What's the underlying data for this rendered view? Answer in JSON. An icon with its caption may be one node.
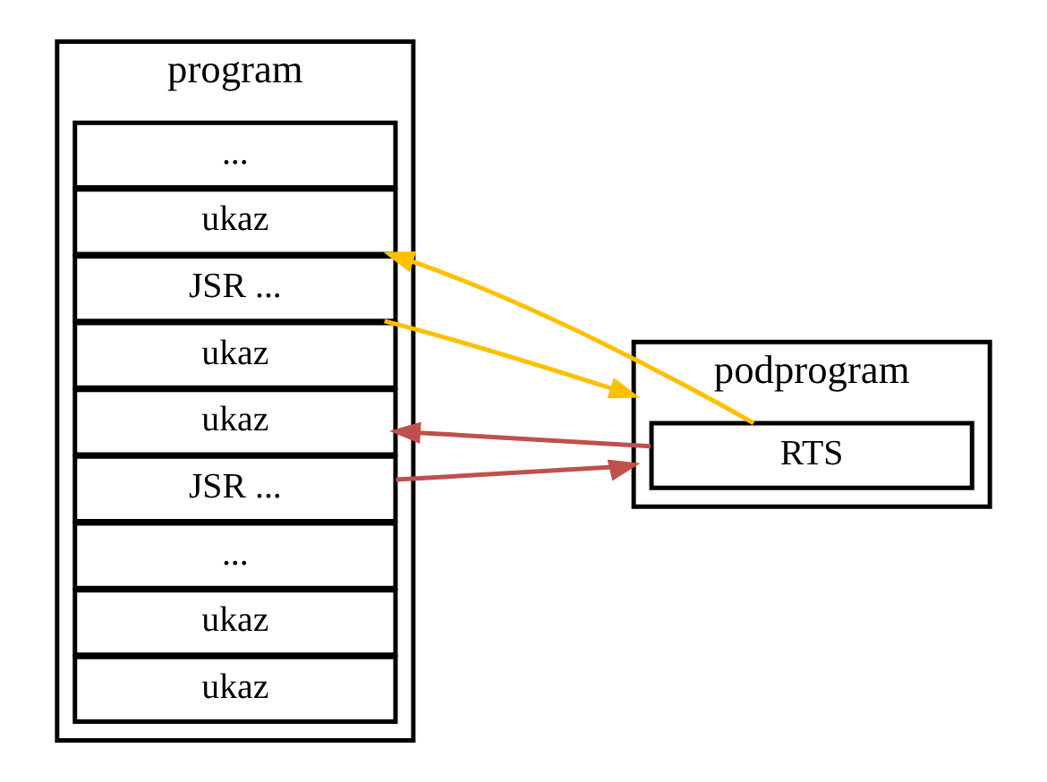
{
  "diagram": {
    "nodes": [
      {
        "text": [
          "program"
        ]
      },
      {
        "text": [
          "ukaz"
        ],
        "in": 0
      },
      {
        "text": [
          "ukaz"
        ],
        "in": 0
      },
      {
        "text": [
          "..."
        ],
        "in": 0
      },
      {
        "text": [
          "JSR ..."
        ],
        "in": 0
      },
      {
        "text": [
          "ukaz"
        ],
        "in": 0
      },
      {
        "text": [
          "ukaz"
        ],
        "in": 0
      },
      {
        "text": [
          "JSR ..."
        ],
        "in": 0
      },
      {
        "text": [
          "ukaz"
        ],
        "in": 0
      },
      {
        "text": [
          "..."
        ],
        "in": 0
      },
      {
        "text": [
          "podprogram"
        ]
      },
      {
        "text": [
          "RTS"
        ],
        "in": 10
      }
    ],
    "edges": [
      {
        "from": 4,
        "to": 10,
        "arrow": "to",
        "color": "#c0504d"
      },
      {
        "from": 11,
        "to": 5,
        "arrow": "to",
        "color": "#c0504d"
      },
      {
        "from": 7,
        "to": 10,
        "arrow": "to",
        "color": "#ffc000"
      },
      {
        "from": 11,
        "to": 8,
        "arrow": "to",
        "color": "#ffc000"
      }
    ]
  }
}
